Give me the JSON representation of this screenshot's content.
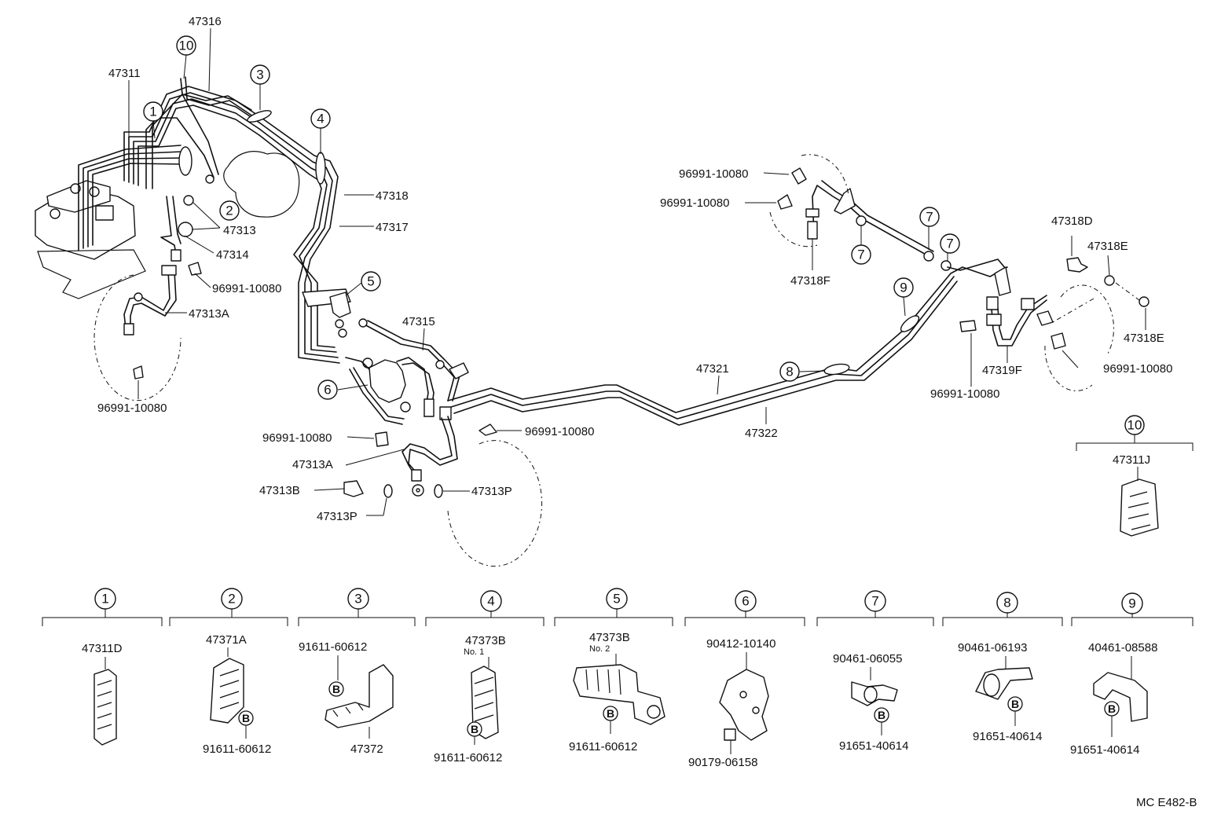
{
  "diagram": {
    "code": "MC E482-B",
    "labels": {
      "p47316": "47316",
      "p47311": "47311",
      "p47318": "47318",
      "p47317": "47317",
      "p47313": "47313",
      "p47314": "47314",
      "p96991_a": "96991-10080",
      "p47313A_a": "47313A",
      "p96991_b": "96991-10080",
      "p47315": "47315",
      "p96991_c": "96991-10080",
      "p96991_d": "96991-10080",
      "p47313A_b": "47313A",
      "p47313B": "47313B",
      "p47313P_a": "47313P",
      "p47313P_b": "47313P",
      "p47321": "47321",
      "p47322": "47322",
      "p96991_e": "96991-10080",
      "p96991_f": "96991-10080",
      "p47318F": "47318F",
      "p47318D": "47318D",
      "p47318E_a": "47318E",
      "p47318E_b": "47318E",
      "p47319F": "47319F",
      "p96991_g": "96991-10080",
      "p96991_h": "96991-10080",
      "p47311J": "47311J"
    },
    "callouts": {
      "c1": "1",
      "c2": "2",
      "c3": "3",
      "c4": "4",
      "c5": "5",
      "c6": "6",
      "c7a": "7",
      "c7b": "7",
      "c7c": "7",
      "c8": "8",
      "c9": "9",
      "c10": "10"
    },
    "detail_panels": [
      {
        "num": "1",
        "parts": [
          "47311D"
        ]
      },
      {
        "num": "2",
        "parts": [
          "47371A",
          "91611-60612"
        ]
      },
      {
        "num": "3",
        "parts": [
          "91611-60612",
          "47372"
        ]
      },
      {
        "num": "4",
        "parts": [
          "47373B",
          "No. 1",
          "91611-60612"
        ]
      },
      {
        "num": "5",
        "parts": [
          "47373B",
          "No. 2",
          "91611-60612"
        ]
      },
      {
        "num": "6",
        "parts": [
          "90412-10140",
          "90179-06158"
        ]
      },
      {
        "num": "7",
        "parts": [
          "90461-06055",
          "91651-40614"
        ]
      },
      {
        "num": "8",
        "parts": [
          "90461-06193",
          "91651-40614"
        ]
      },
      {
        "num": "9",
        "parts": [
          "40461-08588",
          "91651-40614"
        ]
      }
    ],
    "bolt_symbol": "B"
  }
}
